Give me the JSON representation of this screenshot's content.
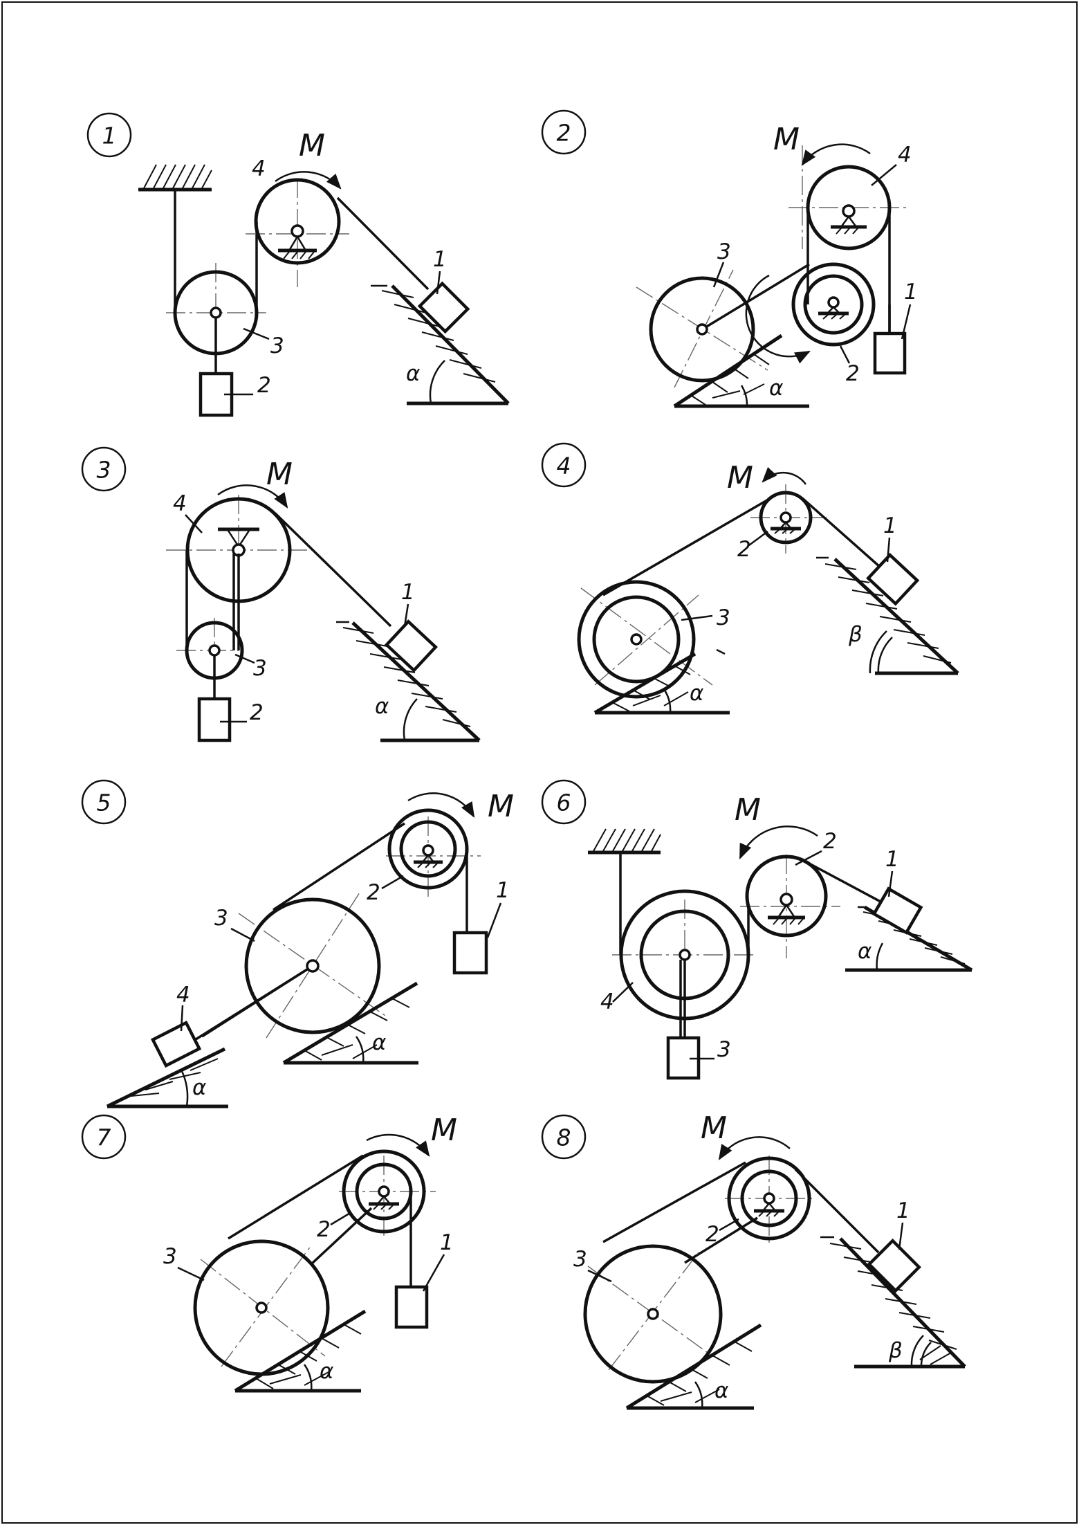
{
  "moment_label": "M",
  "angle_alpha": "α",
  "angle_beta": "β",
  "schemes": [
    {
      "number": "1",
      "labels": {
        "b1": "1",
        "b2": "2",
        "w3": "3",
        "w4": "4"
      }
    },
    {
      "number": "2",
      "labels": {
        "b1": "1",
        "w2": "2",
        "w3": "3",
        "w4": "4"
      }
    },
    {
      "number": "3",
      "labels": {
        "b1": "1",
        "b2": "2",
        "w3": "3",
        "w4": "4"
      }
    },
    {
      "number": "4",
      "labels": {
        "b1": "1",
        "w2": "2",
        "w3": "3"
      }
    },
    {
      "number": "5",
      "labels": {
        "b1": "1",
        "w2": "2",
        "w3": "3",
        "b4": "4"
      }
    },
    {
      "number": "6",
      "labels": {
        "b1": "1",
        "w2": "2",
        "b3": "3",
        "w4": "4"
      }
    },
    {
      "number": "7",
      "labels": {
        "b1": "1",
        "w2": "2",
        "w3": "3"
      }
    },
    {
      "number": "8",
      "labels": {
        "b1": "1",
        "w2": "2",
        "w3": "3"
      }
    }
  ]
}
